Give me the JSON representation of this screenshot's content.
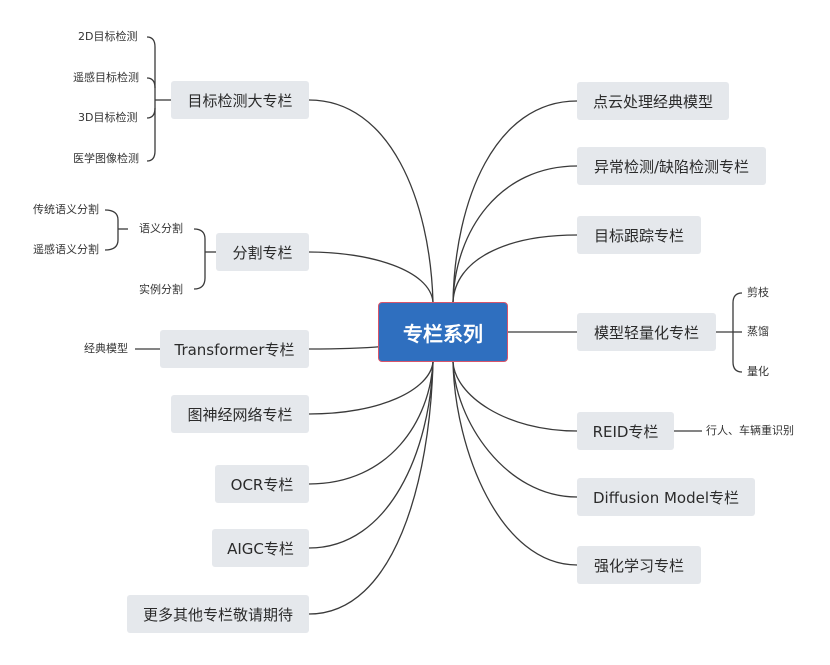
{
  "center": "专栏系列",
  "left_topics": {
    "detection": "目标检测大专栏",
    "segmentation": "分割专栏",
    "transformer": "Transformer专栏",
    "gnn": "图神经网络专栏",
    "ocr": "OCR专栏",
    "aigc": "AIGC专栏",
    "more": "更多其他专栏敬请期待"
  },
  "right_topics": {
    "pointcloud": "点云处理经典模型",
    "anomaly": "异常检测/缺陷检测专栏",
    "tracking": "目标跟踪专栏",
    "lightweight": "模型轻量化专栏",
    "reid": "REID专栏",
    "diffusion": "Diffusion Model专栏",
    "rl": "强化学习专栏"
  },
  "detection_subs": [
    "2D目标检测",
    "遥感目标检测",
    "3D目标检测",
    "医学图像检测"
  ],
  "segmentation_subs": {
    "semantic": "语义分割",
    "semantic_children": [
      "传统语义分割",
      "遥感语义分割"
    ],
    "instance": "实例分割"
  },
  "transformer_subs": [
    "经典模型"
  ],
  "lightweight_subs": [
    "剪枝",
    "蒸馏",
    "量化"
  ],
  "reid_subs": [
    "行人、车辆重识别"
  ]
}
